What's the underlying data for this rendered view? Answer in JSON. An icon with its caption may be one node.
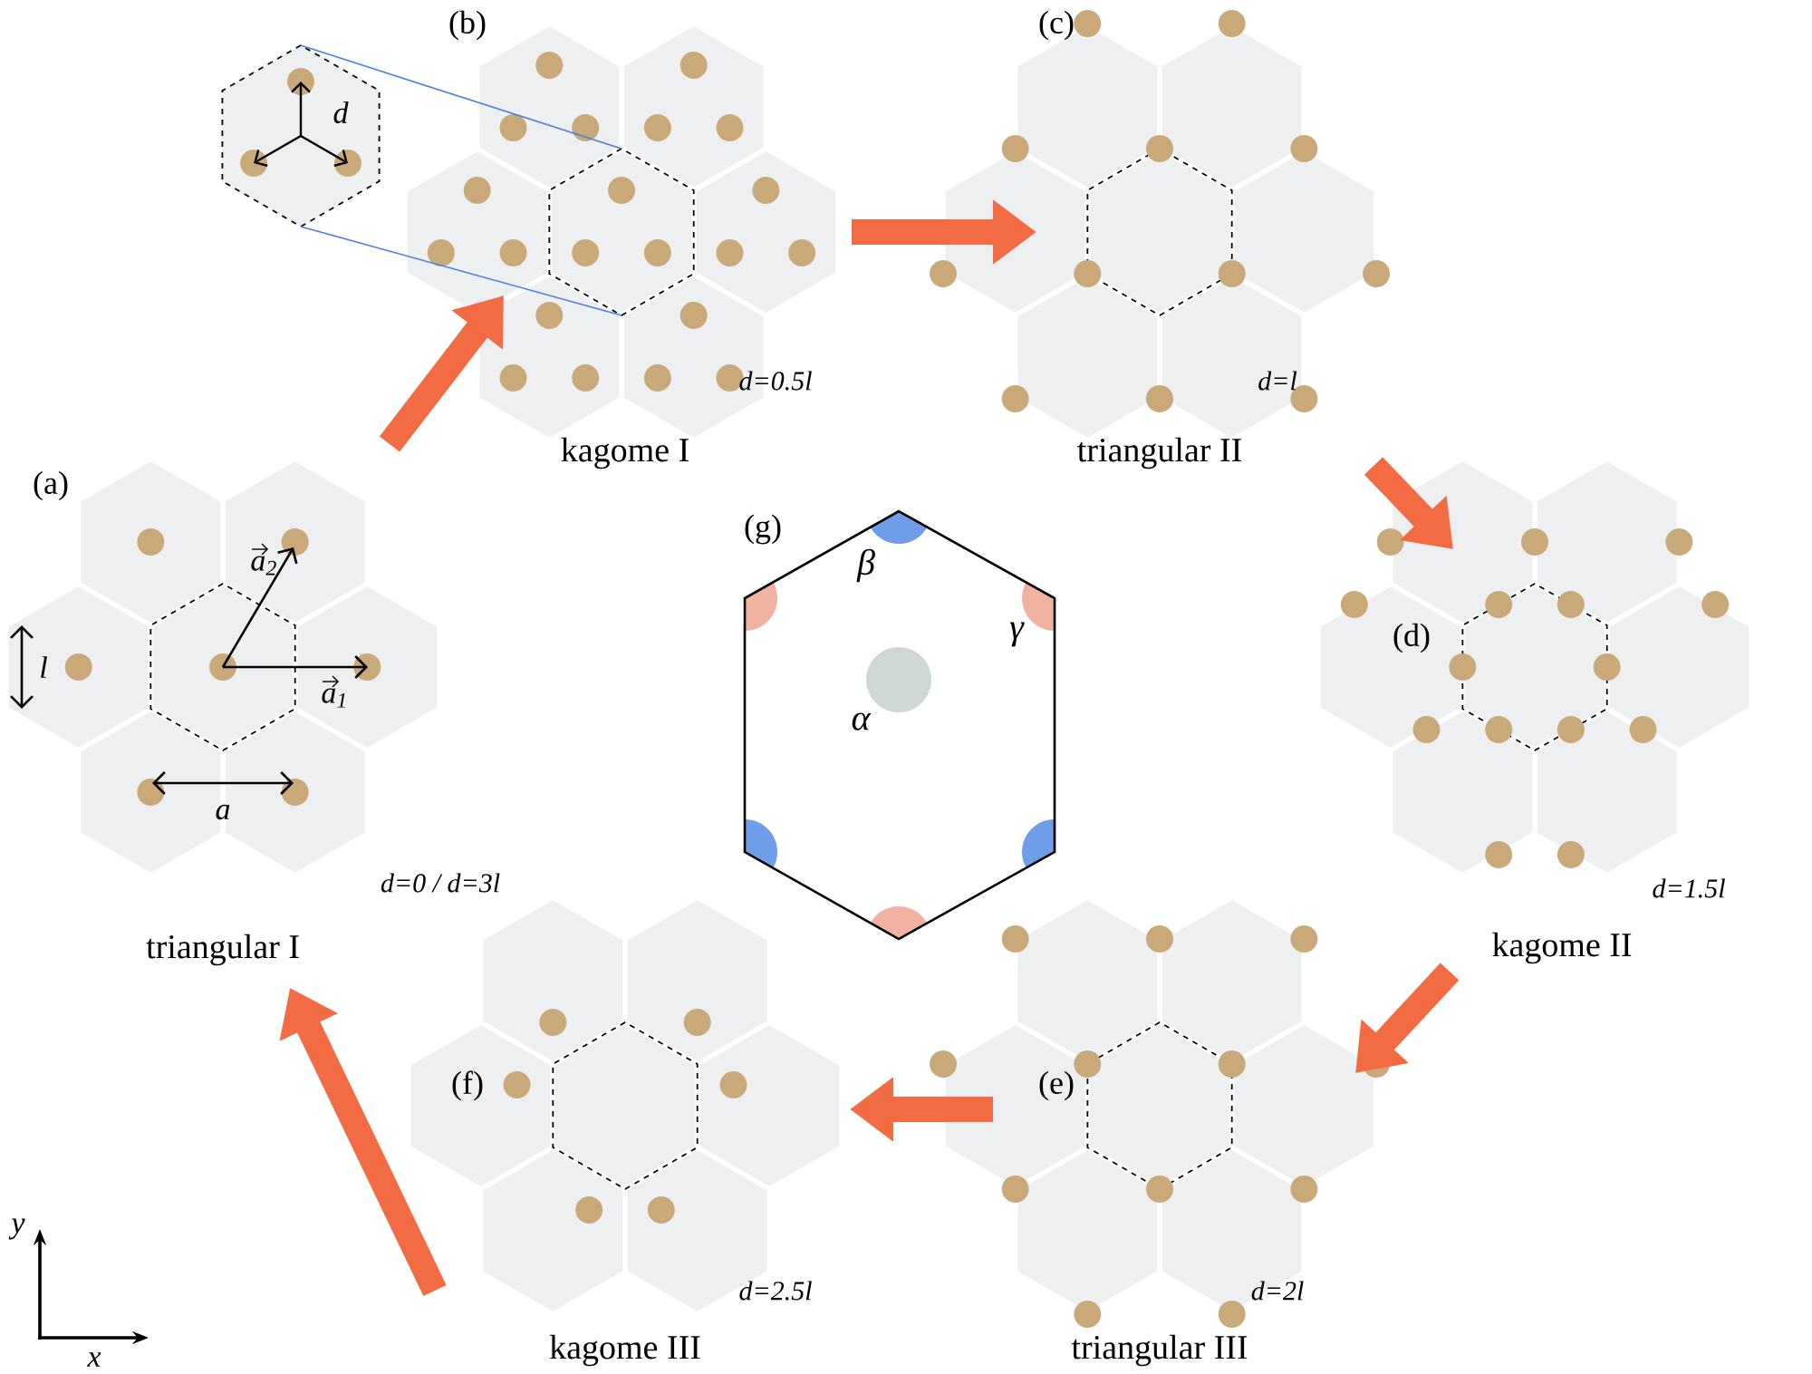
{
  "diagram": {
    "nodes": [
      {
        "text": [
          "(a)",
          "triangular I"
        ],
        "beside": [
          "d=0 / d=3l"
        ]
      },
      {
        "text": [
          "(b)",
          "kagome I",
          "d=0.5l"
        ]
      },
      {
        "text": [
          "(c)",
          "triangular II",
          "d=l"
        ]
      },
      {
        "text": [
          "(d)",
          "kagome II",
          "d=1.5l"
        ]
      },
      {
        "text": [
          "(e)",
          "triangular III",
          "d=2l"
        ]
      },
      {
        "text": [
          "(f)",
          "kagome III",
          "d=2.5l"
        ]
      },
      {
        "text": [
          "(g)",
          "β",
          "γ",
          "α"
        ]
      }
    ],
    "edges": [
      {
        "from": 0,
        "to": 1,
        "arrow": "to"
      },
      {
        "from": 1,
        "to": 2,
        "arrow": "to"
      },
      {
        "from": 2,
        "to": 3,
        "arrow": "to"
      },
      {
        "from": 3,
        "to": 4,
        "arrow": "to"
      },
      {
        "from": 4,
        "to": 5,
        "arrow": "to"
      },
      {
        "from": 5,
        "to": 0,
        "arrow": "to"
      }
    ],
    "labels": [
      "d",
      "a$_{2}$",
      "l",
      "a$_{1}$",
      "a",
      "y",
      "x"
    ]
  }
}
